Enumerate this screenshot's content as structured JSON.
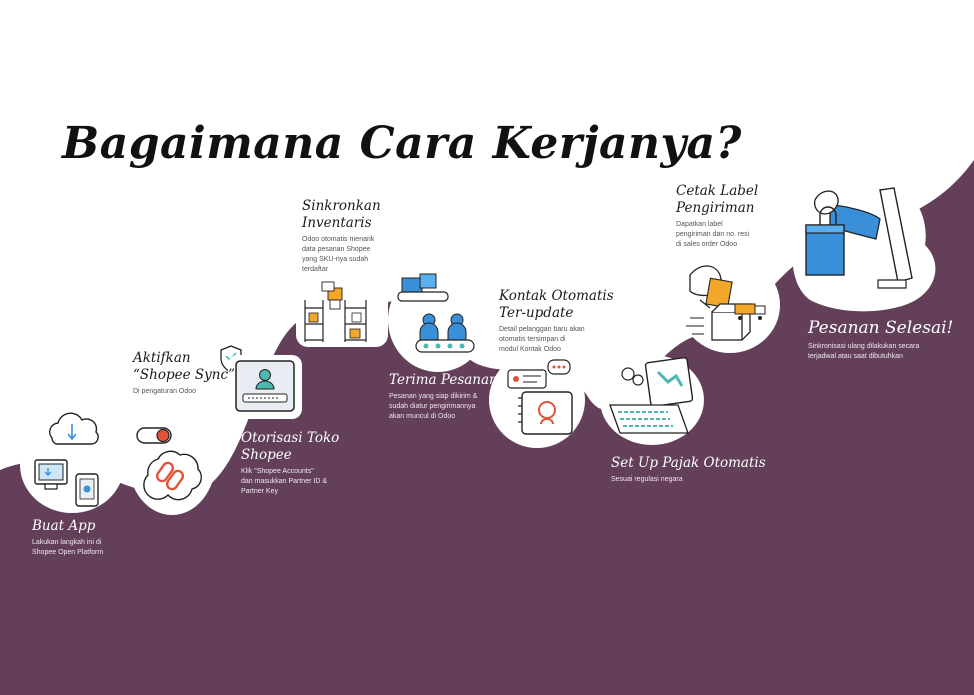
{
  "title": "Bagaimana Cara Kerjanya?",
  "colors": {
    "background": "#ffffff",
    "wave": "#633f5a",
    "accent_blue": "#3a8fd9",
    "accent_orange": "#f2a62a",
    "accent_teal": "#4cb8b0",
    "accent_red": "#e0553a"
  },
  "steps": [
    {
      "heading": "Buat App",
      "desc": [
        "Lakukan langkah ini di",
        "Shopee Open Platform"
      ]
    },
    {
      "heading_lines": [
        "Aktifkan",
        "“Shopee Sync”"
      ],
      "desc": [
        "Di pengaturan Odoo"
      ]
    },
    {
      "heading_lines": [
        "Otorisasi Toko",
        "Shopee"
      ],
      "desc": [
        "Klik \"Shopee Accounts\"",
        "dan masukkan Partner ID &",
        "Partner Key"
      ]
    },
    {
      "heading_lines": [
        "Sinkronkan",
        "Inventaris"
      ],
      "desc": [
        "Odoo otomatis menarik",
        "data pesanan Shopee",
        "yang SKU-nya sudah",
        "terdaftar"
      ]
    },
    {
      "heading": "Terima Pesanan",
      "desc": [
        "Pesanan yang siap dikirim &",
        "sudah diatur pengirimannya",
        "akan muncul di Odoo"
      ]
    },
    {
      "heading_lines": [
        "Kontak Otomatis",
        "Ter-update"
      ],
      "desc": [
        "Detail pelanggan baru akan",
        "otomatis tersimpan di",
        "modul Kontak Odoo"
      ]
    },
    {
      "heading": "Set Up Pajak Otomatis",
      "desc": [
        "Sesuai regulasi negara"
      ]
    },
    {
      "heading_lines": [
        "Cetak Label",
        "Pengiriman"
      ],
      "desc": [
        "Dapatkan label",
        "pengiriman dan no. resi",
        "di sales order Odoo"
      ]
    },
    {
      "heading": "Pesanan Selesai!",
      "desc": [
        "Sinkronisasi ulang dilakukan secara",
        "terjadwal atau saat dibutuhkan"
      ]
    }
  ],
  "icons": [
    "cloud-computer-phone-icon",
    "toggle-link-icon",
    "login-card-icon",
    "warehouse-shelves-icon",
    "conveyor-people-icon",
    "contact-book-icon",
    "tax-laptop-icon",
    "delivery-box-icon",
    "shopping-hand-monitor-icon"
  ]
}
